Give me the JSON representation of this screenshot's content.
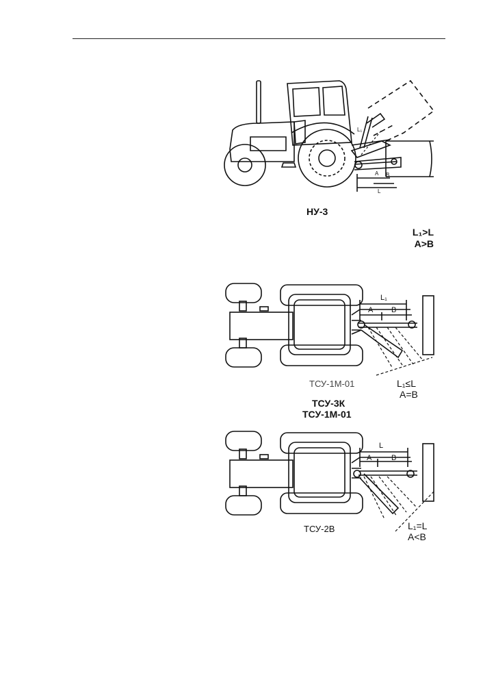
{
  "figure1": {
    "caption": "НУ-3",
    "condition_line1": "L₁>L",
    "condition_line2": "A>B",
    "dim_labels": {
      "a": "A",
      "b": "B",
      "l": "L",
      "l1": "L₁"
    }
  },
  "figure2": {
    "caption_faded": "ТСУ-1М-01",
    "caption_line1": "ТСУ-3К",
    "caption_line2": "ТСУ-1М-01",
    "condition_line1": "L₁≤L",
    "condition_line2": "A=B",
    "dim_labels": {
      "a": "A",
      "b": "B",
      "l1": "L₁"
    }
  },
  "figure3": {
    "caption": "ТСУ-2В",
    "condition_line1": "L₁=L",
    "condition_line2": "A<B",
    "dim_labels": {
      "a": "A",
      "b": "B",
      "l": "L"
    }
  },
  "colors": {
    "ink": "#111111",
    "paper": "#ffffff"
  }
}
